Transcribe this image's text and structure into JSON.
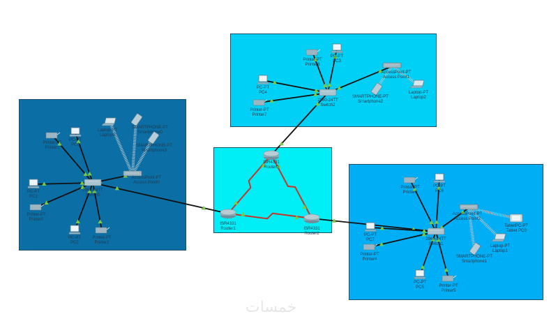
{
  "app": "Cisco Packet Tracer",
  "zones": [
    {
      "id": "left",
      "color": "#0b6fa6"
    },
    {
      "id": "top",
      "color": "#00d0f5"
    },
    {
      "id": "center",
      "color": "#00eef5"
    },
    {
      "id": "right",
      "color": "#00aef5"
    }
  ],
  "colors": {
    "ethernet": "#111111",
    "serial": "#c0392b",
    "wireless": "#b8c4cc",
    "link_up": "#7ac943",
    "device": "#8fb3c4"
  },
  "devices": [
    {
      "id": "switch0",
      "type": "switch",
      "model": "2960-24TT",
      "name": "Switch0"
    },
    {
      "id": "ap0",
      "type": "access-point",
      "model": "AccessPoint-PT",
      "name": "Access Point0"
    },
    {
      "id": "printer1",
      "type": "printer",
      "model": "Printer-PT",
      "name": "Printer1"
    },
    {
      "id": "pc0",
      "type": "pc",
      "model": "PC-PT",
      "name": "PC0"
    },
    {
      "id": "laptop0",
      "type": "laptop",
      "model": "Laptop-PT",
      "name": "Laptop0"
    },
    {
      "id": "smartphone0",
      "type": "smartphone",
      "model": "SMARTPHONE-PT",
      "name": "Smartphone0"
    },
    {
      "id": "smartphone3",
      "type": "smartphone",
      "model": "SMARTPHONE-PT",
      "name": "Smartphone3"
    },
    {
      "id": "pc1",
      "type": "pc",
      "model": "PC-PT",
      "name": "PC1"
    },
    {
      "id": "printer0",
      "type": "printer",
      "model": "Printer-PT",
      "name": "Printer0"
    },
    {
      "id": "pc2",
      "type": "pc",
      "model": "PC-PT",
      "name": "PC2"
    },
    {
      "id": "printer2",
      "type": "printer",
      "model": "Printer-PT",
      "name": "Printer2"
    },
    {
      "id": "switch2",
      "type": "switch",
      "model": "2960-24TT",
      "name": "Switch2"
    },
    {
      "id": "printer6",
      "type": "printer",
      "model": "Printer-PT",
      "name": "Printer6"
    },
    {
      "id": "pc3",
      "type": "pc",
      "model": "PC-PT",
      "name": "PC3"
    },
    {
      "id": "ap1",
      "type": "access-point",
      "model": "AccessPoint-PT",
      "name": "Access Point1"
    },
    {
      "id": "pc4",
      "type": "pc",
      "model": "PC-PT",
      "name": "PC4"
    },
    {
      "id": "printer7",
      "type": "printer",
      "model": "Printer-PT",
      "name": "Printer7"
    },
    {
      "id": "smartphone2",
      "type": "smartphone",
      "model": "SMARTPHONE-PT",
      "name": "Smartphone2"
    },
    {
      "id": "laptop2",
      "type": "laptop",
      "model": "Laptop-PT",
      "name": "Laptop2"
    },
    {
      "id": "router0",
      "type": "router",
      "model": "ISR4331",
      "name": "Router0"
    },
    {
      "id": "router1",
      "type": "router",
      "model": "ISR4331",
      "name": "Router1"
    },
    {
      "id": "router2",
      "type": "router",
      "model": "ISR4331",
      "name": "Router2"
    },
    {
      "id": "switch1",
      "type": "switch",
      "model": "2960-24TT",
      "name": "Switch1"
    },
    {
      "id": "printer3",
      "type": "printer",
      "model": "Printer-PT",
      "name": "Printer3"
    },
    {
      "id": "pc6",
      "type": "pc",
      "model": "PC-PT",
      "name": "PC6"
    },
    {
      "id": "ap2",
      "type": "access-point",
      "model": "AccessPoint-PT",
      "name": "Access Point2"
    },
    {
      "id": "tablet0",
      "type": "tablet",
      "model": "TabletPC-PT",
      "name": "Tablet PC0"
    },
    {
      "id": "laptop1",
      "type": "laptop",
      "model": "Laptop-PT",
      "name": "Laptop1"
    },
    {
      "id": "smartphone1",
      "type": "smartphone",
      "model": "SMARTPHONE-PT",
      "name": "Smartphone1"
    },
    {
      "id": "pc7",
      "type": "pc",
      "model": "PC-PT",
      "name": "PC7"
    },
    {
      "id": "printer4",
      "type": "printer",
      "model": "Printer-PT",
      "name": "Printer4"
    },
    {
      "id": "pc5",
      "type": "pc",
      "model": "PC-PT",
      "name": "PC5"
    },
    {
      "id": "printer5",
      "type": "printer",
      "model": "Printer-PT",
      "name": "Printer5"
    }
  ],
  "links": [
    {
      "from": "switch0",
      "to": "printer1",
      "kind": "ethernet"
    },
    {
      "from": "switch0",
      "to": "pc0",
      "kind": "ethernet"
    },
    {
      "from": "switch0",
      "to": "pc1",
      "kind": "ethernet"
    },
    {
      "from": "switch0",
      "to": "printer0",
      "kind": "ethernet"
    },
    {
      "from": "switch0",
      "to": "pc2",
      "kind": "ethernet"
    },
    {
      "from": "switch0",
      "to": "printer2",
      "kind": "ethernet"
    },
    {
      "from": "switch0",
      "to": "ap0",
      "kind": "ethernet"
    },
    {
      "from": "ap0",
      "to": "laptop0",
      "kind": "wireless"
    },
    {
      "from": "ap0",
      "to": "smartphone0",
      "kind": "wireless"
    },
    {
      "from": "ap0",
      "to": "smartphone3",
      "kind": "wireless"
    },
    {
      "from": "switch0",
      "to": "router1",
      "kind": "ethernet"
    },
    {
      "from": "switch2",
      "to": "printer6",
      "kind": "ethernet"
    },
    {
      "from": "switch2",
      "to": "pc3",
      "kind": "ethernet"
    },
    {
      "from": "switch2",
      "to": "pc4",
      "kind": "ethernet"
    },
    {
      "from": "switch2",
      "to": "printer7",
      "kind": "ethernet"
    },
    {
      "from": "switch2",
      "to": "ap1",
      "kind": "ethernet"
    },
    {
      "from": "ap1",
      "to": "smartphone2",
      "kind": "wireless"
    },
    {
      "from": "ap1",
      "to": "laptop2",
      "kind": "wireless"
    },
    {
      "from": "switch2",
      "to": "router0",
      "kind": "ethernet"
    },
    {
      "from": "router0",
      "to": "router1",
      "kind": "serial"
    },
    {
      "from": "router0",
      "to": "router2",
      "kind": "serial"
    },
    {
      "from": "router1",
      "to": "router2",
      "kind": "serial"
    },
    {
      "from": "router2",
      "to": "switch1",
      "kind": "ethernet"
    },
    {
      "from": "switch1",
      "to": "printer3",
      "kind": "ethernet"
    },
    {
      "from": "switch1",
      "to": "pc6",
      "kind": "ethernet"
    },
    {
      "from": "switch1",
      "to": "ap2",
      "kind": "ethernet"
    },
    {
      "from": "ap2",
      "to": "tablet0",
      "kind": "wireless"
    },
    {
      "from": "ap2",
      "to": "laptop1",
      "kind": "wireless"
    },
    {
      "from": "ap2",
      "to": "smartphone1",
      "kind": "wireless"
    },
    {
      "from": "switch1",
      "to": "pc7",
      "kind": "ethernet"
    },
    {
      "from": "switch1",
      "to": "printer4",
      "kind": "ethernet"
    },
    {
      "from": "switch1",
      "to": "pc5",
      "kind": "ethernet"
    },
    {
      "from": "switch1",
      "to": "printer5",
      "kind": "ethernet"
    }
  ],
  "watermark": "خمسات"
}
